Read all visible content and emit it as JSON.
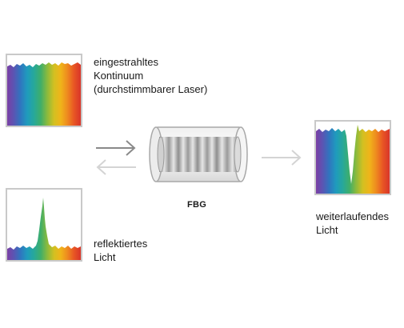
{
  "incident": {
    "lines": [
      "eingestrahltes",
      "Kontinuum",
      "(durchstimmbarer Laser)"
    ]
  },
  "reflected": {
    "lines": [
      "reflektiertes",
      "Licht"
    ]
  },
  "transmitted": {
    "lines": [
      "weiterlaufendes",
      "Licht"
    ]
  },
  "fbg": {
    "label": "FBG"
  },
  "colors": {
    "spectrum": [
      "#7b3fa5",
      "#5a55b3",
      "#2f76bf",
      "#1f9bbd",
      "#27a89a",
      "#3fae6a",
      "#8cba3c",
      "#d3c021",
      "#f0b41a",
      "#ee8a1f",
      "#e85524",
      "#d8352a"
    ],
    "arrow_dark": "#8a8a8a",
    "arrow_light": "#d4d4d4",
    "frame_border": "#c9c9c9"
  }
}
